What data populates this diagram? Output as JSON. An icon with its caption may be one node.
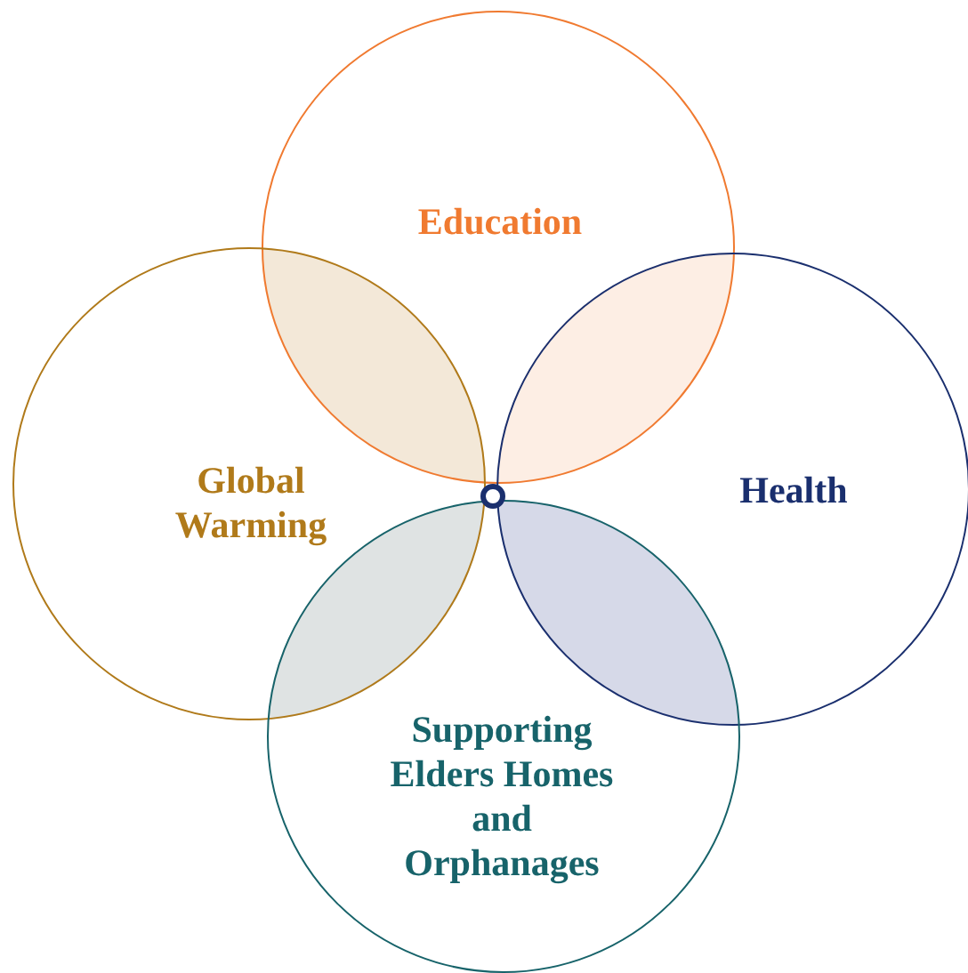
{
  "diagram": {
    "nodes": [
      {
        "text": [
          "Education"
        ]
      },
      {
        "text": [
          "Global Warming"
        ]
      },
      {
        "text": [
          "Health"
        ]
      },
      {
        "text": [
          "Supporting Elders Homes and Orphanages"
        ]
      },
      {
        "text": [],
        "shape": "circle"
      }
    ]
  }
}
